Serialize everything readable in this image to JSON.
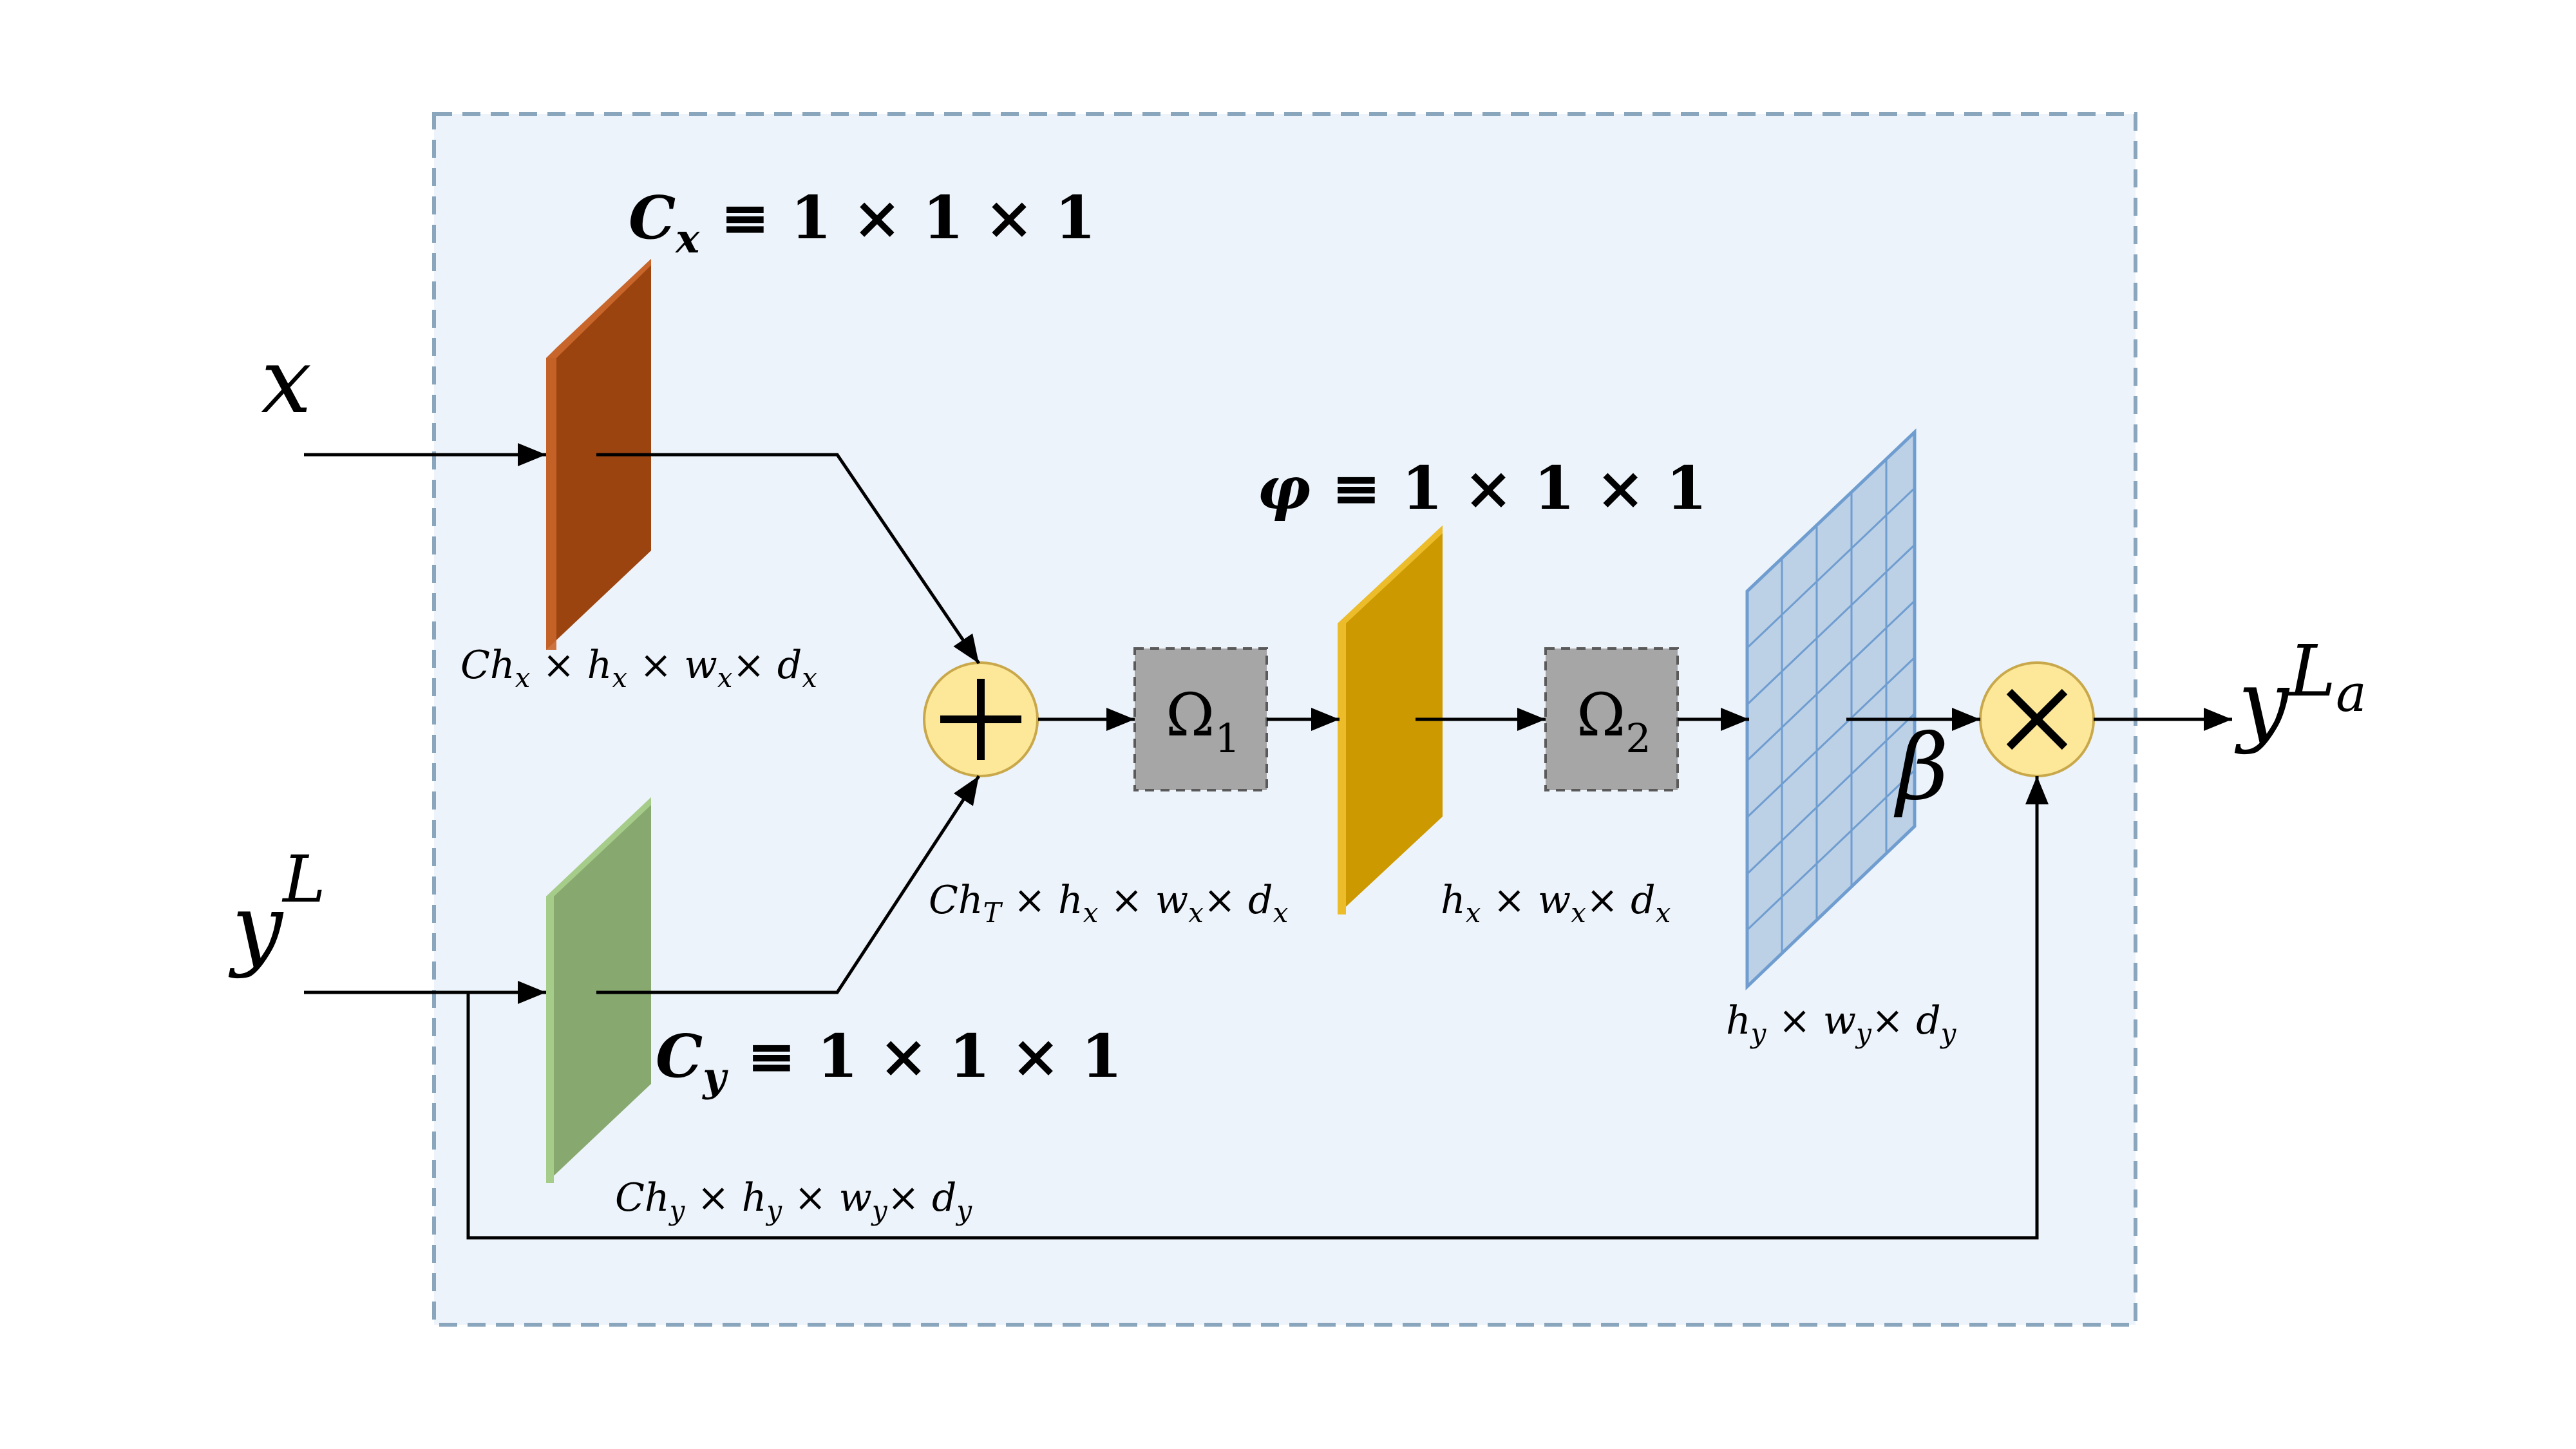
{
  "inputs": {
    "x": "x",
    "yL_base": "y",
    "yL_sup": "L"
  },
  "output": {
    "base": "y",
    "sup_base": "L",
    "sup_sub": "a"
  },
  "conv_labels": {
    "cx_main": "C",
    "cx_sub": "x",
    "cx_rest": " ≡ 1 × 1 × 1",
    "cy_main": "C",
    "cy_sub": "y",
    "cy_rest": " ≡ 1 × 1 × 1",
    "phi_main": "φ",
    "phi_rest": " ≡ 1 × 1 × 1"
  },
  "dims": {
    "x_dim": {
      "p1": "Ch",
      "s1": "x",
      "p2": " × h",
      "s2": "x",
      "p3": " × w",
      "s3": "x",
      "p4": "× d",
      "s4": "x"
    },
    "y_dim": {
      "p1": "Ch",
      "s1": "y",
      "p2": " × h",
      "s2": "y",
      "p3": " × w",
      "s3": "y",
      "p4": "× d",
      "s4": "y"
    },
    "t_dim": {
      "p1": "Ch",
      "s1": "T",
      "p2": " × h",
      "s2": "x",
      "p3": " × w",
      "s3": "x",
      "p4": "× d",
      "s4": "x"
    },
    "phi_dim": {
      "p1": "h",
      "s1": "x",
      "p2": " × w",
      "s2": "x",
      "p3": "× d",
      "s3": "x"
    },
    "beta_dim": {
      "p1": "h",
      "s1": "y",
      "p2": " × w",
      "s2": "y",
      "p3": "× d",
      "s3": "y"
    }
  },
  "ops": {
    "omega1_base": "Ω",
    "omega1_sub": "1",
    "omega2_base": "Ω",
    "omega2_sub": "2",
    "add_symbol": "+",
    "mul_symbol": "×",
    "beta": "β"
  },
  "colors": {
    "frame_fill": "#edf3fa",
    "frame_stroke": "#8aa6bd",
    "cx_face": "#9c4410",
    "cx_edge": "#c8652a",
    "cy_face": "#87a86f",
    "cy_edge": "#a6cc8a",
    "phi_face": "#cc9900",
    "phi_edge": "#ecbc2a",
    "beta_face": "#bcd0e6",
    "beta_grid": "#6f9dd0",
    "op_circle": "#fde89a",
    "op_stroke": "#c8a84a",
    "omega_box": "#a6a6a6"
  }
}
